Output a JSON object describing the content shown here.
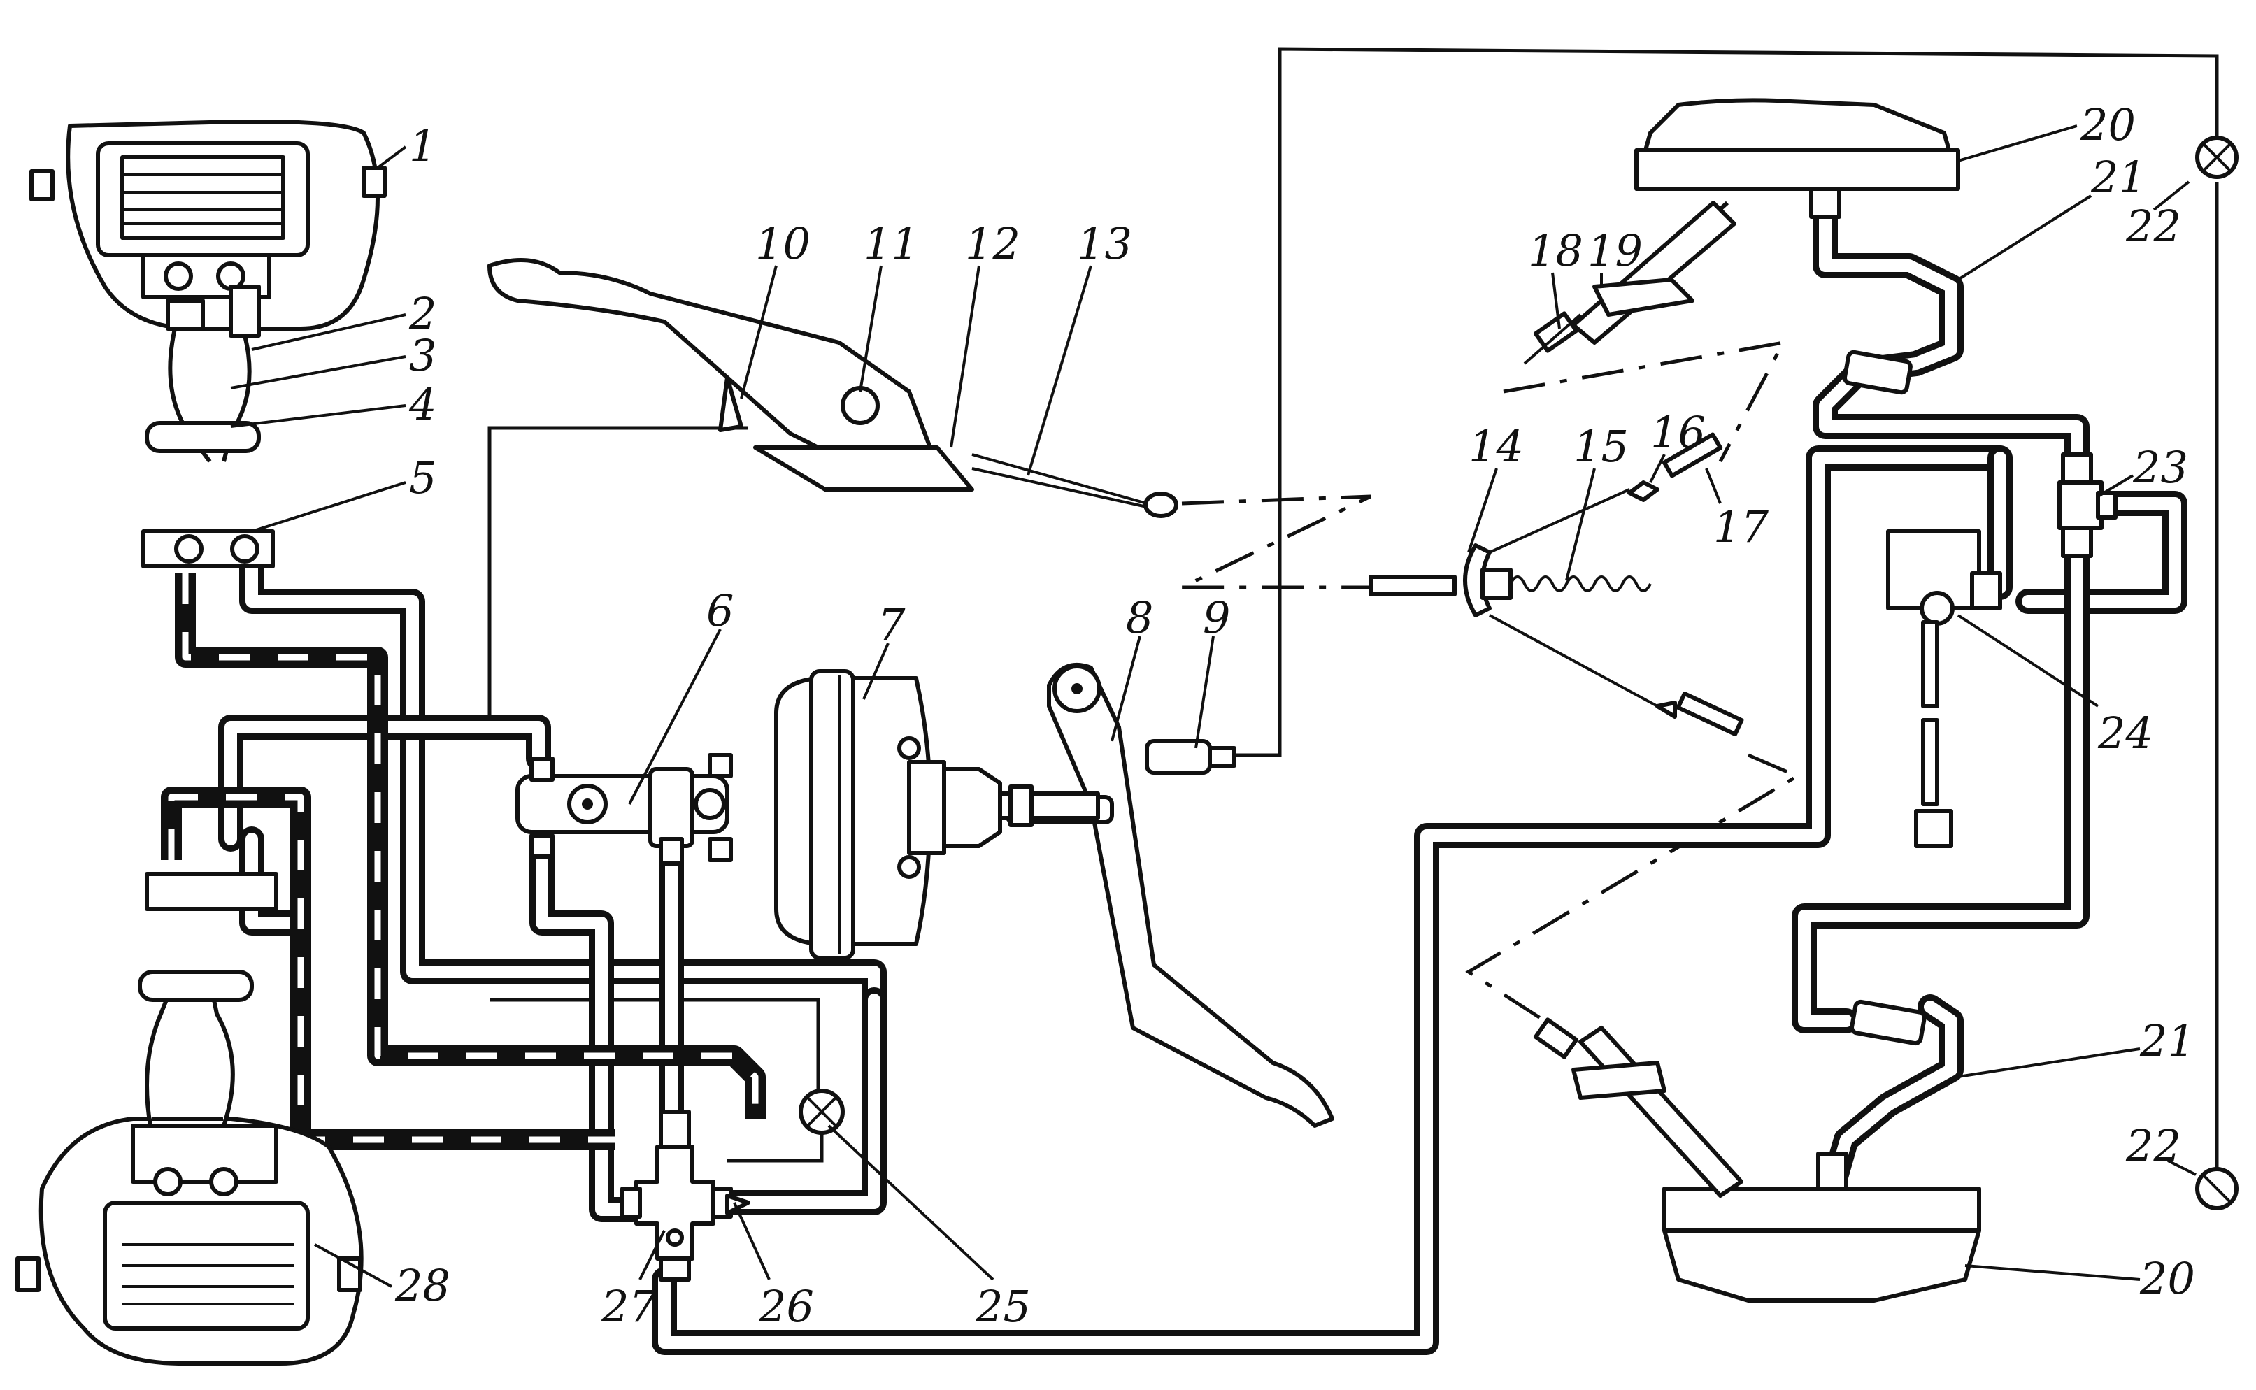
{
  "labels": [
    "1",
    "2",
    "3",
    "4",
    "5",
    "6",
    "7",
    "8",
    "9",
    "10",
    "11",
    "12",
    "13",
    "14",
    "15",
    "16",
    "17",
    "18",
    "19",
    "20",
    "21",
    "22",
    "23",
    "24",
    "25",
    "26",
    "27",
    "28",
    "20",
    "21",
    "22"
  ],
  "colors": {
    "ink": "#111111",
    "paper": "#ffffff"
  }
}
